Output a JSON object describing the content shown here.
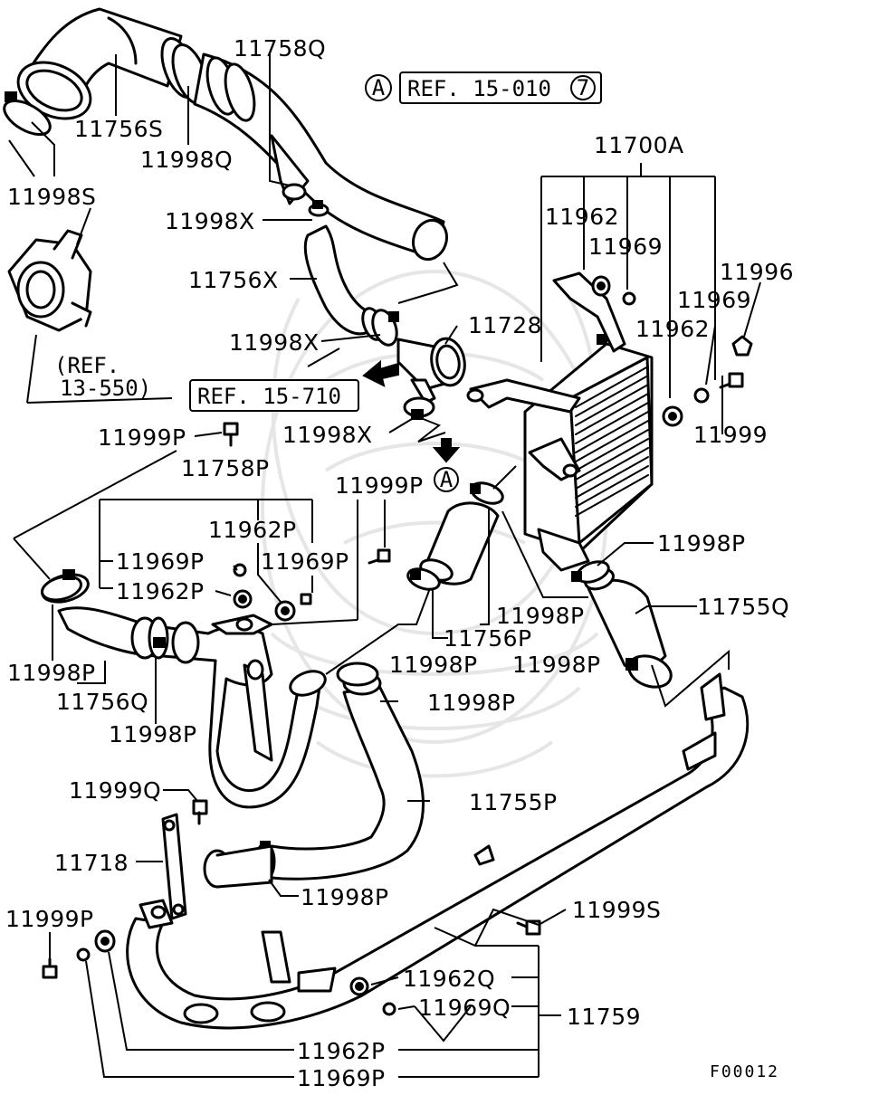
{
  "labels": {
    "p11758Q": "11758Q",
    "p11756S": "11756S",
    "p11998Q": "11998Q",
    "p11998S": "11998S",
    "p11998X_a": "11998X",
    "p11756X": "11756X",
    "p11998X_b": "11998X",
    "p11998X_c": "11998X",
    "p11728": "11728",
    "p11700A": "11700A",
    "p11962_a": "11962",
    "p11969_a": "11969",
    "p11996": "11996",
    "p11969_b": "11969",
    "p11962_b": "11962",
    "p11999": "11999",
    "p11999P_a": "11999P",
    "p11758P": "11758P",
    "p11999P_b": "11999P",
    "p11962P_a": "11962P",
    "p11969P_a": "11969P",
    "p11969P_b": "11969P",
    "p11962P_b": "11962P",
    "p11998P_a": "11998P",
    "p11756Q": "11756Q",
    "p11998P_b": "11998P",
    "p11998P_c": "11998P",
    "p11755Q": "11755Q",
    "p11998P_d": "11998P",
    "p11756P": "11756P",
    "p11998P_e": "11998P",
    "p11998P_f": "11998P",
    "p11998P_g": "11998P",
    "p11999Q": "11999Q",
    "p11755P": "11755P",
    "p11718": "11718",
    "p11998P_h": "11998P",
    "p11999P_c": "11999P",
    "p11999S": "11999S",
    "p11962Q": "11962Q",
    "p11969Q": "11969Q",
    "p11759": "11759",
    "p11962P_c": "11962P",
    "p11969P_c": "11969P"
  },
  "references": {
    "ref_a_marker": "A",
    "ref_a_text": "REF. 15-010",
    "ref_a_circle": "7",
    "ref_550_line1": "(REF.",
    "ref_550_line2": "13-550)",
    "ref_710": "REF. 15-710",
    "marker_a2": "A"
  },
  "footer": {
    "code": "F00012"
  }
}
